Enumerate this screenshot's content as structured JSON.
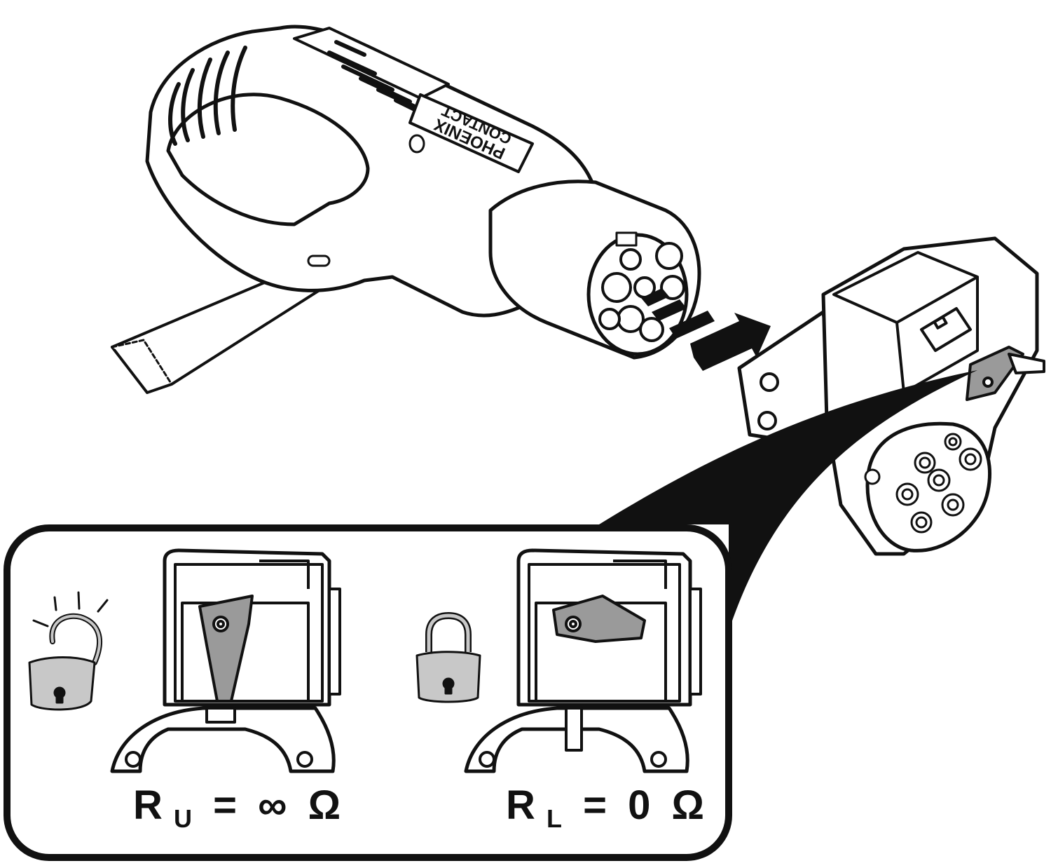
{
  "logo": {
    "brand_line1": "PHOENIX",
    "brand_line2": "CONTACT"
  },
  "unlocked_panel": {
    "state_icon": "padlock-open-icon",
    "resistance_symbol": "R",
    "resistance_subscript": "U",
    "equals": "=",
    "value": "∞",
    "unit": "Ω"
  },
  "locked_panel": {
    "state_icon": "padlock-closed-icon",
    "resistance_symbol": "R",
    "resistance_subscript": "L",
    "equals": "=",
    "value": "0",
    "unit": "Ω"
  },
  "colors": {
    "line": "#111111",
    "highlight_gray": "#9a9a9a",
    "lock_fill": "#c8c8c8",
    "background": "#ffffff"
  }
}
